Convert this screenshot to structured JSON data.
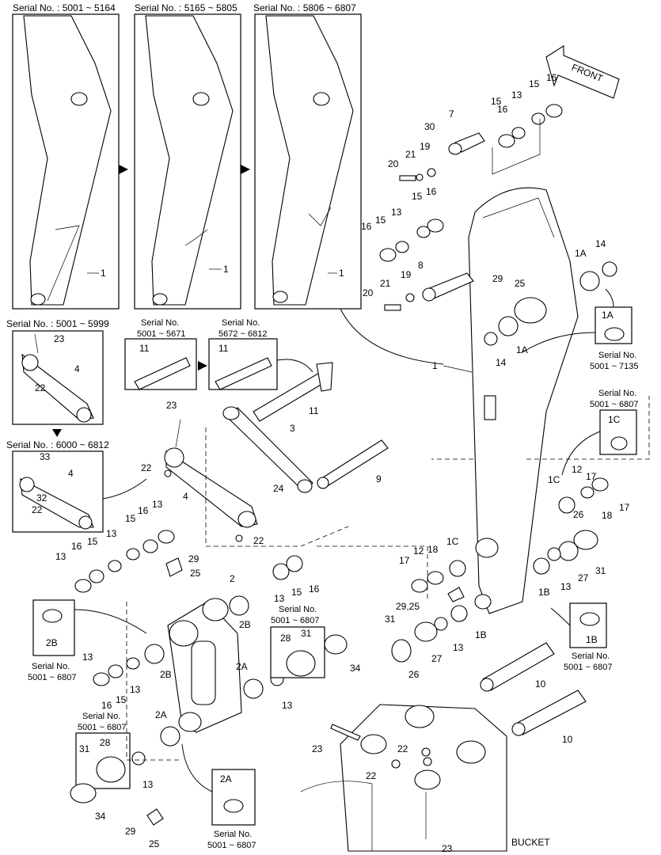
{
  "serials": {
    "top_left": "Serial No. : 5001 ~ 5164",
    "top_mid": "Serial No. : 5165 ~ 5805",
    "top_right": "Serial No. : 5806 ~ 6807",
    "link_upper": "Serial No. : 5001 ~ 5999",
    "link_lower": "Serial No. : 6000 ~ 6812",
    "pin_a_line1": "Serial No.",
    "pin_a_line2": "5001 ~ 5671",
    "pin_b_line1": "Serial No.",
    "pin_b_line2": "5672 ~ 6812",
    "box_1a": "Serial No.",
    "box_1a_range": "5001 ~ 7135",
    "box_1c": "Serial No.",
    "box_1c_range": "5001 ~ 6807",
    "box_1b": "Serial No.",
    "box_1b_range": "5001 ~ 6807",
    "box_2b": "Serial No.",
    "box_2b_range": "5001 ~ 6807",
    "box_2a": "Serial No.",
    "box_2a_range": "5001 ~ 6807",
    "box_28a": "Serial No.",
    "box_28a_range": "5001 ~ 6807",
    "box_28b": "Serial No.",
    "box_28b_range": "5001 ~ 6807"
  },
  "front_label": "FRONT",
  "bucket_label": "BUCKET",
  "callouts": {
    "c1": "1",
    "c1a": "1A",
    "c1b": "1B",
    "c1c": "1C",
    "c2": "2",
    "c2a": "2A",
    "c2b": "2B",
    "c3": "3",
    "c4": "4",
    "c7": "7",
    "c8": "8",
    "c9": "9",
    "c10": "10",
    "c11": "11",
    "c12": "12",
    "c13": "13",
    "c14": "14",
    "c15": "15",
    "c16": "16",
    "c17": "17",
    "c18": "18",
    "c19": "19",
    "c20": "20",
    "c21": "21",
    "c22": "22",
    "c23": "23",
    "c24": "24",
    "c25": "25",
    "c26": "26",
    "c27": "27",
    "c28": "28",
    "c29": "29",
    "c2925": "29,25",
    "c30": "30",
    "c31": "31",
    "c32": "32",
    "c33": "33",
    "c34": "34"
  }
}
